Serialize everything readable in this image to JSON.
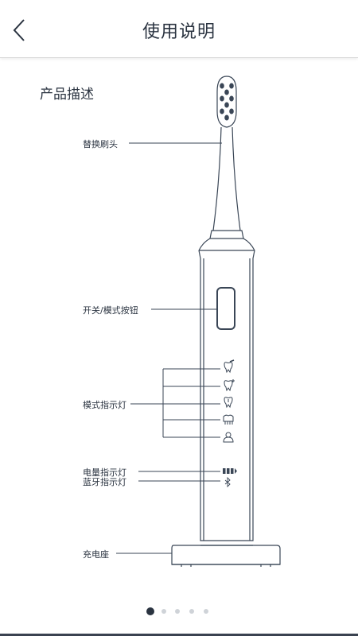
{
  "header": {
    "title": "使用说明",
    "back_icon": "chevron-left-icon"
  },
  "section": {
    "title": "产品描述"
  },
  "labels": {
    "brush_head": "替换刷头",
    "power_button": "开关/模式按钮",
    "mode_indicator": "模式指示灯",
    "battery_indicator": "电量指示灯",
    "bluetooth_indicator": "蓝牙指示灯",
    "charging_base": "充电座"
  },
  "mode_icons": [
    "tooth-clean-icon",
    "tooth-whiten-icon",
    "tooth-sensitive-icon",
    "gum-care-icon",
    "user-icon"
  ],
  "pagination": {
    "count": 5,
    "active": 0
  },
  "colors": {
    "stroke": "#3a4656",
    "text": "#2a3340",
    "active_dot": "#2a3340",
    "inactive_dot": "#cfd3d8"
  }
}
